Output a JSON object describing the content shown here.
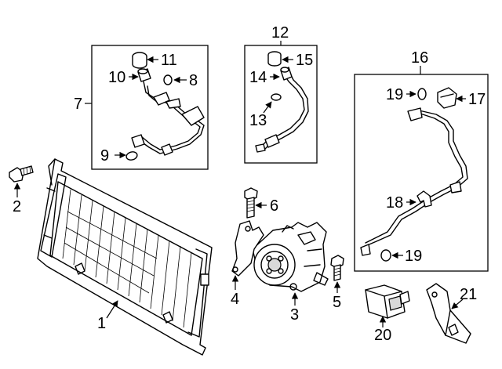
{
  "callouts": {
    "c1": "1",
    "c2": "2",
    "c3": "3",
    "c4": "4",
    "c5": "5",
    "c6": "6",
    "c7": "7",
    "c8": "8",
    "c9": "9",
    "c10": "10",
    "c11": "11",
    "c12": "12",
    "c13": "13",
    "c14": "14",
    "c15": "15",
    "c16": "16",
    "c17": "17",
    "c18": "18",
    "c19a": "19",
    "c19b": "19",
    "c20": "20",
    "c21": "21"
  },
  "colors": {
    "line": "#000000",
    "background": "#ffffff",
    "shade": "#d9d9d9"
  }
}
